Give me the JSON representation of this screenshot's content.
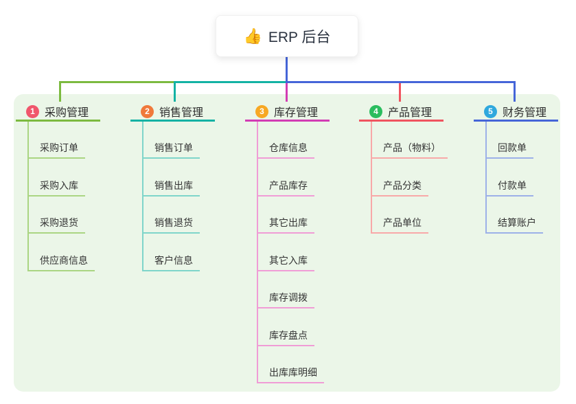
{
  "root": {
    "icon": "thumbs-up-icon",
    "icon_char": "👍",
    "label": "ERP 后台"
  },
  "branches": [
    {
      "num": "1",
      "label": "采购管理",
      "badge_color": "#f0566c",
      "line_color": "#7cba3f",
      "child_line_color": "#aad582",
      "children": [
        "采购订单",
        "采购入库",
        "采购退货",
        "供应商信息"
      ]
    },
    {
      "num": "2",
      "label": "销售管理",
      "badge_color": "#f0793b",
      "line_color": "#13b2a4",
      "child_line_color": "#7ed5ca",
      "children": [
        "销售订单",
        "销售出库",
        "销售退货",
        "客户信息"
      ]
    },
    {
      "num": "3",
      "label": "库存管理",
      "badge_color": "#f7a823",
      "line_color": "#d23cb4",
      "child_line_color": "#f09cd6",
      "children": [
        "仓库信息",
        "产品库存",
        "其它出库",
        "其它入库",
        "库存调拨",
        "库存盘点",
        "出库库明细"
      ]
    },
    {
      "num": "4",
      "label": "产品管理",
      "badge_color": "#2abd5e",
      "line_color": "#f0545f",
      "child_line_color": "#f8a8a8",
      "children": [
        "产品（物料）",
        "产品分类",
        "产品单位"
      ]
    },
    {
      "num": "5",
      "label": "财务管理",
      "badge_color": "#2fa8dd",
      "line_color": "#4565d8",
      "child_line_color": "#9cb0e8",
      "children": [
        "回款单",
        "付款单",
        "结算账户"
      ]
    }
  ],
  "colors": {
    "canvas_bg": "#ffffff",
    "panel_bg": "#ebf6e8",
    "root_stem": "#4565d8",
    "text": "#333333"
  }
}
